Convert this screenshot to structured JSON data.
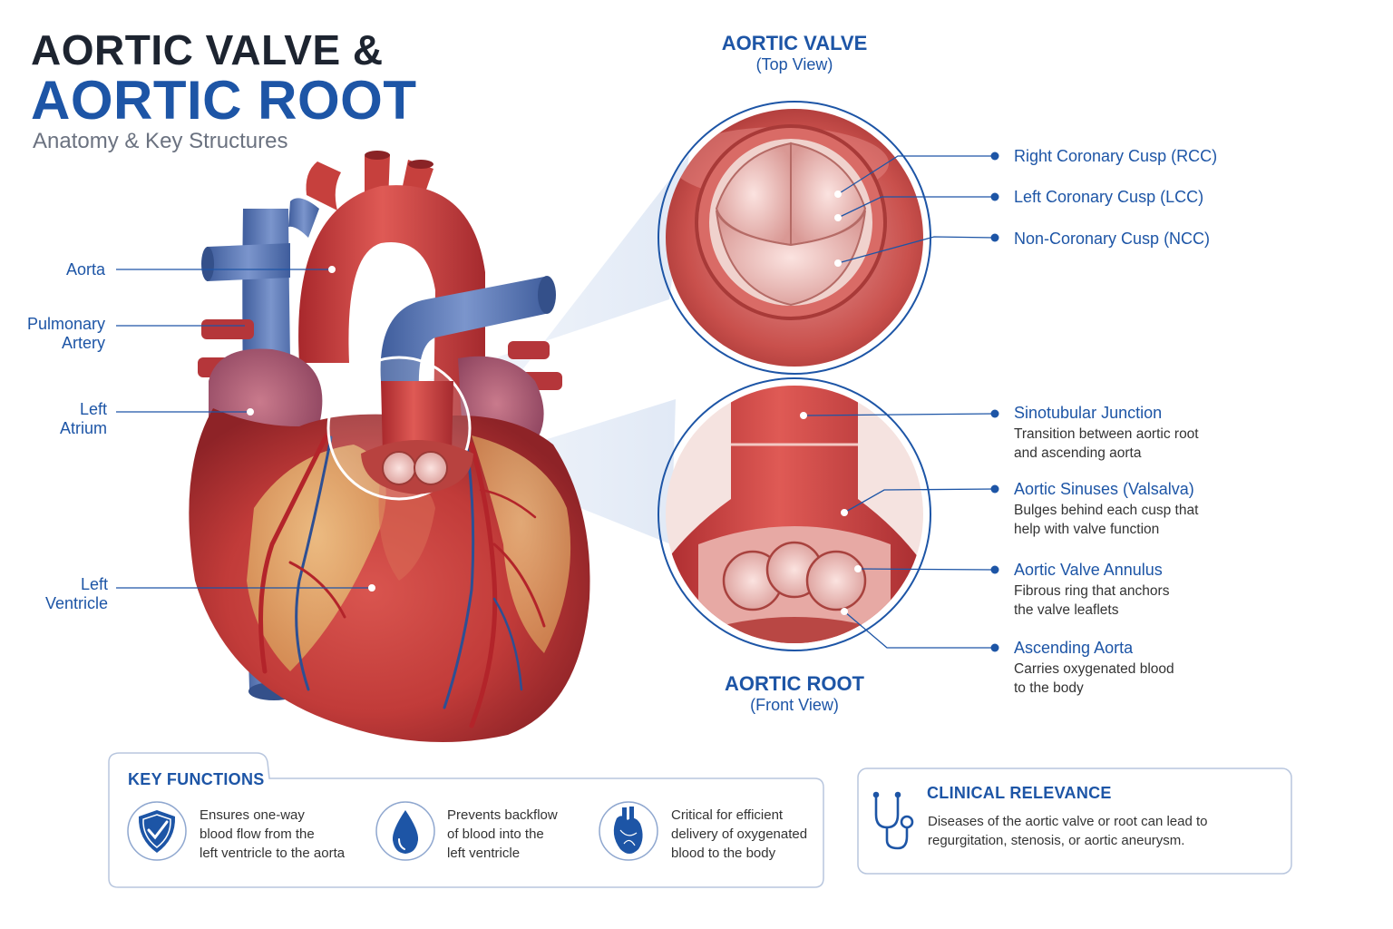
{
  "title": {
    "line1": "AORTIC VALVE &",
    "line2": "AORTIC ROOT",
    "subtitle": "Anatomy & Key Structures"
  },
  "heart_labels": {
    "aorta": "Aorta",
    "pulmonary_1": "Pulmonary",
    "pulmonary_2": "Artery",
    "left_atrium_1": "Left",
    "left_atrium_2": "Atrium",
    "left_ventricle_1": "Left",
    "left_ventricle_2": "Ventricle"
  },
  "valve_panel": {
    "title": "AORTIC VALVE",
    "subtitle": "(Top View)",
    "labels": [
      "Right Coronary Cusp (RCC)",
      "Left Coronary Cusp (LCC)",
      "Non-Coronary Cusp (NCC)"
    ]
  },
  "root_panel": {
    "title": "AORTIC ROOT",
    "subtitle": "(Front View)",
    "items": [
      {
        "name": "Sinotubular Junction",
        "desc1": "Transition between aortic root",
        "desc2": "and ascending aorta"
      },
      {
        "name": "Aortic Sinuses (Valsalva)",
        "desc1": "Bulges behind each cusp that",
        "desc2": "help with valve function"
      },
      {
        "name": "Aortic Valve Annulus",
        "desc1": "Fibrous ring that anchors",
        "desc2": "the valve leaflets"
      },
      {
        "name": "Ascending Aorta",
        "desc1": "Carries oxygenated blood",
        "desc2": "to the body"
      }
    ]
  },
  "key_functions": {
    "title": "KEY FUNCTIONS",
    "items": [
      {
        "icon": "shield-check-icon",
        "line1": "Ensures one-way",
        "line2": "blood flow from the",
        "line3": "left ventricle to the aorta"
      },
      {
        "icon": "blood-drop-icon",
        "line1": "Prevents backflow",
        "line2": "of blood into the",
        "line3": "left ventricle"
      },
      {
        "icon": "heart-icon",
        "line1": "Critical for efficient",
        "line2": "delivery of oxygenated",
        "line3": "blood to the body"
      }
    ]
  },
  "clinical": {
    "icon": "stethoscope-icon",
    "title": "CLINICAL RELEVANCE",
    "line1": "Diseases of the aortic valve or root can lead to",
    "line2": "regurgitation, stenosis, or aortic aneurysm."
  },
  "colors": {
    "accent": "#1d55a6",
    "title_dark": "#1d2430",
    "muscle_red": "#c63a3a",
    "vessel_blue": "#5b78b8",
    "fat_yellow": "#e6b96a"
  }
}
